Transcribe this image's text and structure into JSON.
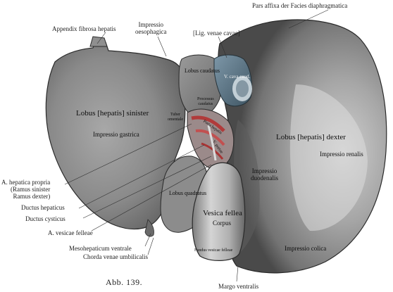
{
  "caption": "Abb. 139.",
  "labels": {
    "pars_affixa": "Pars affixa der Facies diaphragmatica",
    "appendix_fibrosa": "Appendix fibrosa hepatis",
    "impressio_oesophagica": "Impressio\noesophagica",
    "lig_venae_cavae": "[Lig. venae cavae]",
    "lobus_caudatus": "Lobus caudatus",
    "v_cava_caudalis": "V. cava caud.",
    "processus_caudatus": "Processus\ncaudatus",
    "tuber_omentale": "Tuber\nomentale",
    "lobus_sinister": "Lobus [hepatis] sinister",
    "impressio_gastrica": "Impressio  gastrica",
    "lobus_dexter": "Lobus [hepatis] dexter",
    "impressio_renalis": "Impressio  renalis",
    "impressio_duodenalis": "Impressio\nduodenalis",
    "hepatica_propria": "A. hepatica propria\n(Ramus sinister\nRamus dexter)",
    "ductus_hepaticus": "Ductus hepaticus",
    "ductus_cysticus": "Ductus cysticus",
    "lobus_quadratus": "Lobus quadratus",
    "vesica_fellea": "Vesica fellea",
    "corpus": "Corpus",
    "a_vesicae": "A. vesicae felleae",
    "mesohepaticum": "Mesohepaticum ventrale",
    "chorda": "Chorda venae umbilicalis",
    "fundus": "Fundus vesicae felleae",
    "impressio_colica": "Impressio  colica",
    "margo_ventralis": "Margo ventralis",
    "porta_hepatis": "Porta hepatis",
    "v_portae": "V. portae"
  }
}
